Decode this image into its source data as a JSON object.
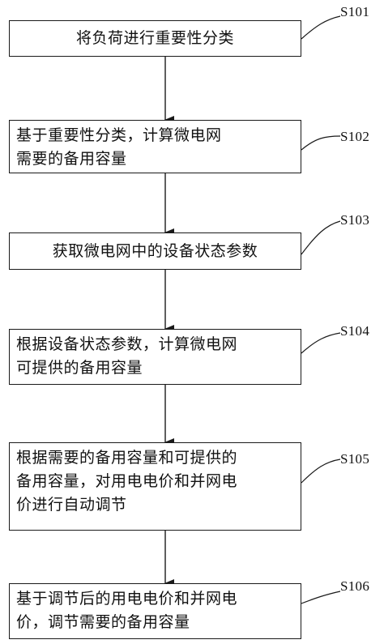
{
  "steps": [
    {
      "id": "S101",
      "text": "将负荷进行重要性分类"
    },
    {
      "id": "S102",
      "text": "基于重要性分类，计算微电网\n需要的备用容量"
    },
    {
      "id": "S103",
      "text": "获取微电网中的设备状态参数"
    },
    {
      "id": "S104",
      "text": "根据设备状态参数，计算微电网\n可提供的备用容量"
    },
    {
      "id": "S105",
      "text": "根据需要的备用容量和可提供的\n备用容量，对用电电价和并网电\n价进行自动调节"
    },
    {
      "id": "S106",
      "text": "基于调节后的用电电价和并网电\n价，调节需要的备用容量"
    }
  ],
  "colors": {
    "line": "#1a1a1a",
    "text": "#111111",
    "background": "#ffffff"
  }
}
